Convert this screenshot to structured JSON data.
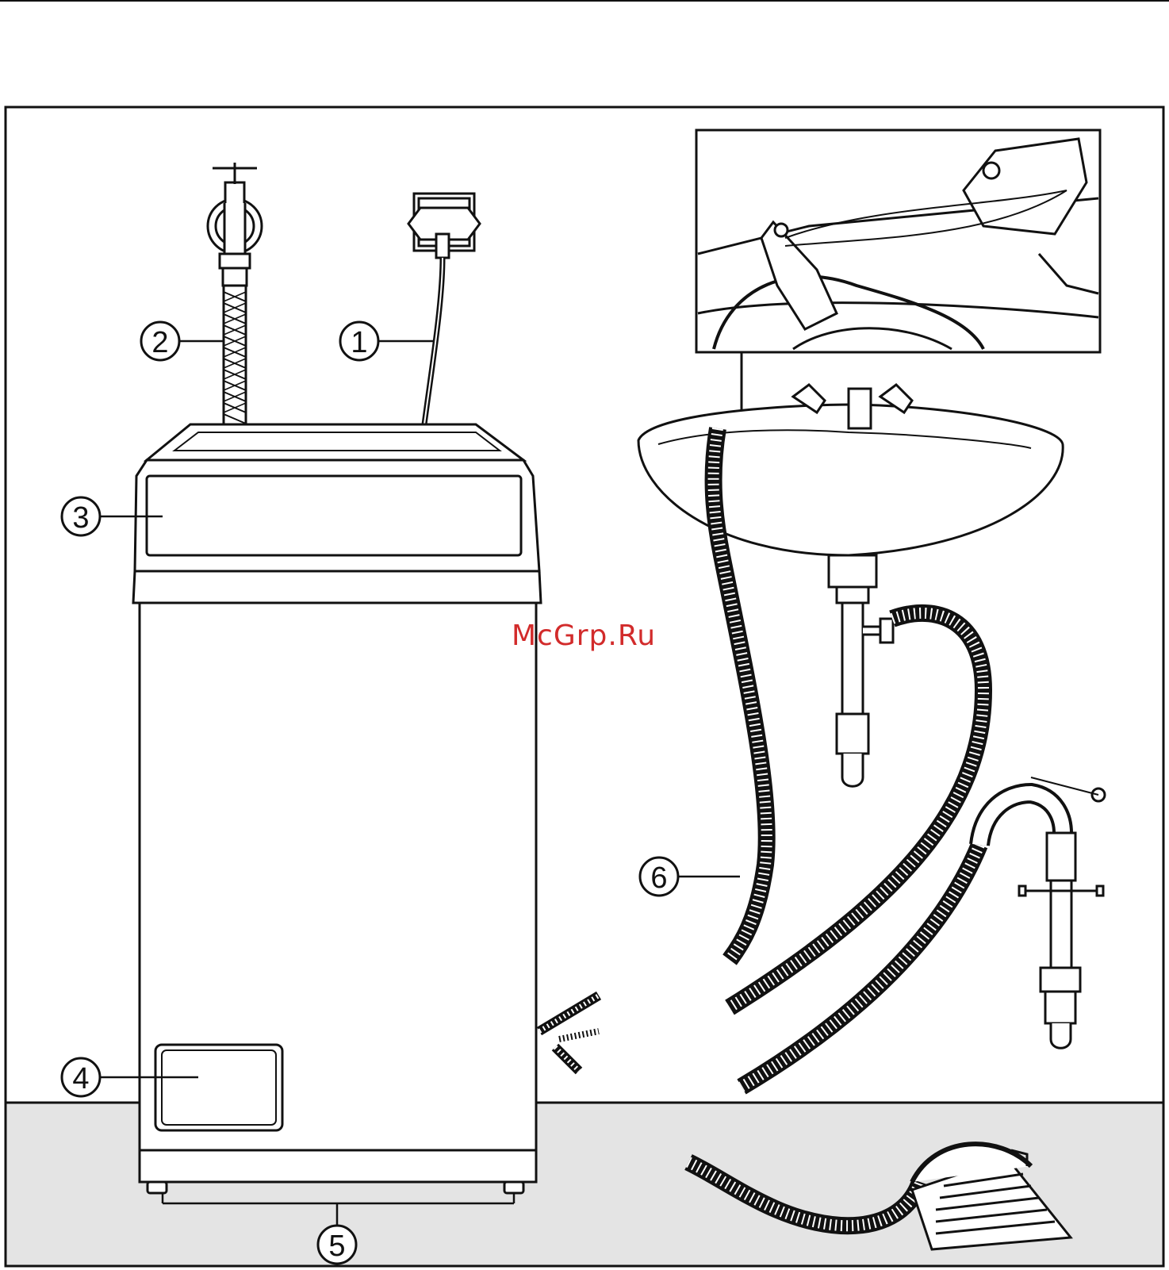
{
  "callouts": [
    {
      "id": "1",
      "label": "1",
      "part": "power-plug"
    },
    {
      "id": "2",
      "label": "2",
      "part": "water-inlet-hose"
    },
    {
      "id": "3",
      "label": "3",
      "part": "control-panel"
    },
    {
      "id": "4",
      "label": "4",
      "part": "service-flap"
    },
    {
      "id": "5",
      "label": "5",
      "part": "feet"
    },
    {
      "id": "6",
      "label": "6",
      "part": "drain-hose"
    }
  ],
  "watermark": "McGrp.Ru",
  "colors": {
    "line": "#111111",
    "floor": "#e4e4e4",
    "watermark": "#d22b2b"
  }
}
